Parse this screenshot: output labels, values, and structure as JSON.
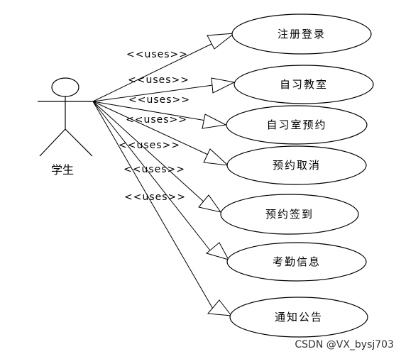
{
  "actor": {
    "name": "学生"
  },
  "relation_label": "<<uses>>",
  "use_cases": [
    {
      "label": "注册登录"
    },
    {
      "label": "自习教室"
    },
    {
      "label": "自习室预约"
    },
    {
      "label": "预约取消"
    },
    {
      "label": "预约签到"
    },
    {
      "label": "考勤信息"
    },
    {
      "label": "通知公告"
    }
  ],
  "relation_label_count": 7,
  "watermark": "CSDN @VX_bysj703",
  "colors": {
    "stroke": "#000000",
    "background": "#ffffff",
    "text": "#000000"
  }
}
